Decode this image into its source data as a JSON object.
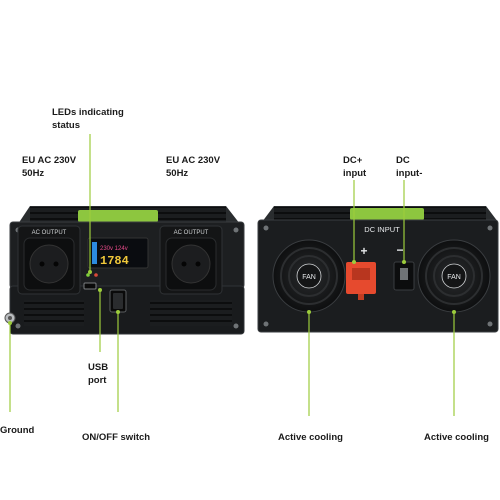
{
  "labels": {
    "leds": "LEDs indicating\nstatus",
    "ac_left": "EU AC 230V\n50Hz",
    "ac_right": "EU AC 230V\n50Hz",
    "dc_plus": "DC+\ninput",
    "dc_minus": "DC\ninput-",
    "usb": "USB\nport",
    "ground": "Ground",
    "onoff": "ON/OFF switch",
    "cooling_left": "Active cooling",
    "cooling_right": "Active cooling"
  },
  "device": {
    "ac_output_left": "AC OUTPUT",
    "ac_output_right": "AC OUTPUT",
    "display_top": "230v 124v",
    "display_main": "1784",
    "dc_input": "DC INPUT",
    "plus_sign": "+",
    "minus_sign": "−",
    "fan_left": "FAN",
    "fan_right": "FAN"
  },
  "colors": {
    "callout_line": "#9ccc3c",
    "dc_clamp": "#e64a2e",
    "body": "#1b1d1f"
  }
}
